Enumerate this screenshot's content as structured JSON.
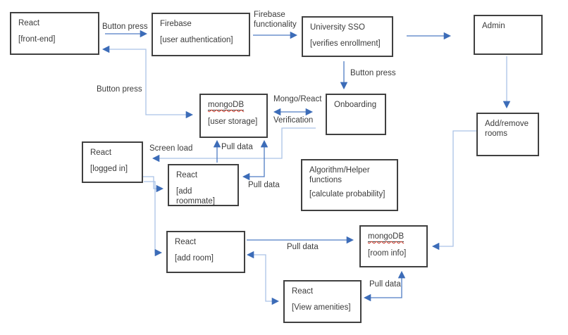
{
  "diagram": {
    "boxes": [
      {
        "id": "react-frontend",
        "title": "React",
        "subtitle": "[front-end]"
      },
      {
        "id": "firebase",
        "title": "Firebase",
        "subtitle": "[user authentication]"
      },
      {
        "id": "university-sso",
        "title": "University SSO",
        "subtitle": "[verifies enrollment]"
      },
      {
        "id": "admin",
        "title": "Admin",
        "subtitle": ""
      },
      {
        "id": "mongodb-user-storage",
        "title": "mongoDB",
        "subtitle": "[user storage]"
      },
      {
        "id": "onboarding",
        "title": "Onboarding",
        "subtitle": ""
      },
      {
        "id": "add-remove-rooms",
        "title": "Add/remove rooms",
        "subtitle": ""
      },
      {
        "id": "react-logged-in",
        "title": "React",
        "subtitle": "[logged in]"
      },
      {
        "id": "react-add-roommate",
        "title": "React",
        "subtitle": "[add roommate]"
      },
      {
        "id": "algorithm-helper",
        "title": "Algorithm/Helper functions",
        "subtitle": "[calculate probability]"
      },
      {
        "id": "react-add-room",
        "title": "React",
        "subtitle": "[add room]"
      },
      {
        "id": "mongodb-room-info",
        "title": "mongoDB",
        "subtitle": "[room info]"
      },
      {
        "id": "react-view-amenities",
        "title": "React",
        "subtitle": "[View amenities]"
      }
    ],
    "labels": {
      "button_press_top": "Button press",
      "firebase_functionality": "Firebase functionality",
      "button_press_sso": "Button press",
      "button_press_mongo": "Button press",
      "mongo_react": "Mongo/React",
      "verification": "Verification",
      "screen_load": "Screen load",
      "pull_data_roommate_up": "Pull data",
      "pull_data_roommate_side": "Pull data",
      "pull_data_add_room": "Pull data",
      "pull_data_amenities": "Pull data"
    },
    "colors": {
      "arrow_medium": "#4f7cc4",
      "connector_light": "#aac2e6",
      "arrowhead": "#3c6cb8",
      "box_border": "#404040",
      "text": "#3b3b3b",
      "spellcheck_underline": "#d13b2c",
      "background": "#ffffff"
    }
  }
}
